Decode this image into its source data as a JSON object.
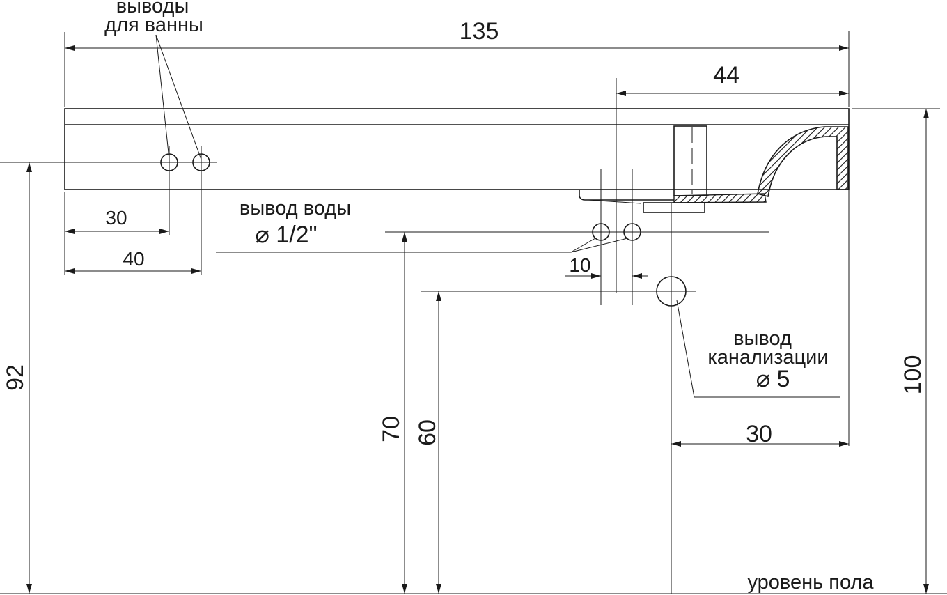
{
  "labels": {
    "bath_outlets_line1": "выводы",
    "bath_outlets_line2": "для ванны",
    "water_outlet_line1": "вывод воды",
    "water_outlet_dia": "⌀ 1/2\"",
    "drain_line1": "вывод",
    "drain_line2": "канализации",
    "drain_dia": "⌀ 5",
    "floor_level": "уровень пола"
  },
  "dimensions": {
    "overall_width": "135",
    "right_part": "44",
    "bath_outlet_1": "30",
    "bath_outlet_2": "40",
    "water_outlet_spacing": "10",
    "height_left": "92",
    "height_water": "70",
    "height_drain": "60",
    "drain_from_wall": "30",
    "height_right": "100"
  }
}
